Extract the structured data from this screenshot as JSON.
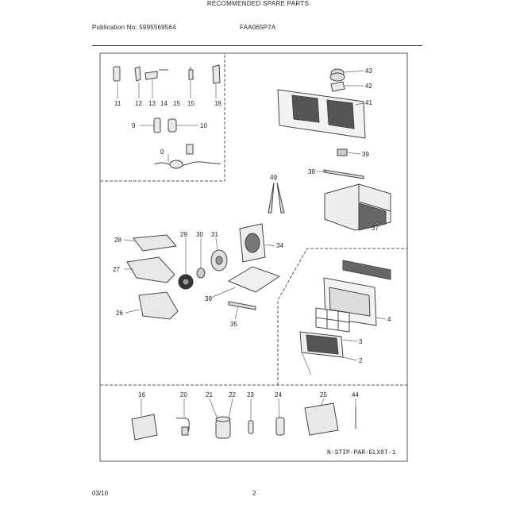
{
  "header": {
    "publication": "Publication No: 5995569564",
    "model": "FAA065P7A",
    "title": "RECOMMENDED SPARE PARTS"
  },
  "footer": {
    "date": "03/10",
    "page": "2"
  },
  "diagram_code": "N-STIP-PAR-ELX0T-1",
  "part_labels": {
    "p11": "11",
    "p12": "12",
    "p13": "13",
    "p14": "14",
    "p15": "15",
    "p18": "18",
    "p9": "9",
    "p10": "10",
    "p0": "0",
    "p43": "43",
    "p42": "42",
    "p41": "41",
    "p39": "39",
    "p38": "38",
    "p40": "40",
    "p37": "37",
    "p28": "28",
    "p29": "29",
    "p30": "30",
    "p31": "31",
    "p34": "34",
    "p27": "27",
    "p36": "36",
    "p35": "35",
    "p26": "26",
    "p4": "4",
    "p3": "3",
    "p2": "2",
    "p16": "16",
    "p20": "20",
    "p21": "21",
    "p22": "22",
    "p23": "23",
    "p24": "24",
    "p25": "25",
    "p44": "44"
  }
}
